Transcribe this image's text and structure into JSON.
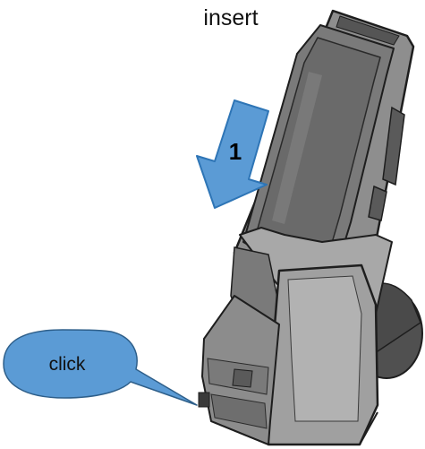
{
  "title": "insert",
  "step": {
    "number": "1",
    "arrow_color": "#5b9bd5",
    "arrow_stroke": "#2e75b6"
  },
  "callout": {
    "label": "click",
    "fill": "#5b9bd5",
    "stroke": "#2e5f8a"
  },
  "colors": {
    "device_body": "#8a8a8a",
    "device_screen": "#6f6f6f",
    "cradle": "#9a9a9a",
    "line": "#2a2a2a"
  }
}
